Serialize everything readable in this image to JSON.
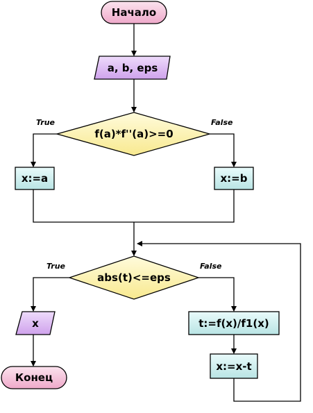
{
  "colors": {
    "terminal": "#f3b8d4",
    "io": "#d7b0ef",
    "process": "#c7eded",
    "decision": "#fbf0a8",
    "stroke": "#000000"
  },
  "nodes": {
    "start": "Начало",
    "input": "a, b, eps",
    "decision1": "f(a)*f''(a)>=0",
    "assign_a": "x:=a",
    "assign_b": "x:=b",
    "decision2": "abs(t)<=eps",
    "output": "x",
    "compute_t": "t:=f(x)/f1(x)",
    "update_x": "x:=x-t",
    "end": "Конец"
  },
  "branches": {
    "d1_true": "True",
    "d1_false": "False",
    "d2_true": "True",
    "d2_false": "False"
  }
}
